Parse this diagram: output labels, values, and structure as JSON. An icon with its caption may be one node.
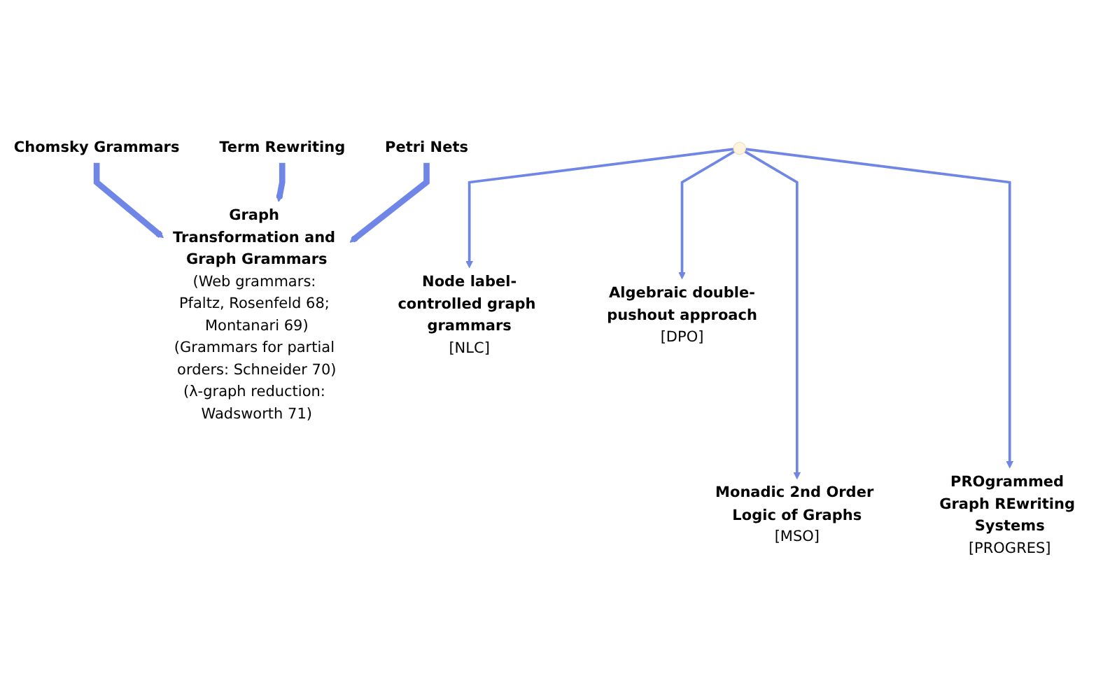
{
  "diagram": {
    "nodes": [
      {
        "text": [
          "Chomsky Grammars"
        ]
      },
      {
        "text": [
          "Term Rewriting"
        ]
      },
      {
        "text": [
          "Petri Nets"
        ]
      },
      {
        "text": [
          "Graph Transformation and Graph Grammars",
          "(Web grammars: Pfaltz, Rosenfeld 68; Montanari 69)",
          "(Grammars for partial orders: Schneider 70)",
          "(λ-graph reduction: Wadsworth 71)"
        ]
      },
      {
        "text": [],
        "shape": "circle"
      },
      {
        "text": [
          "Node label-controlled graph grammars",
          "[NLC]"
        ]
      },
      {
        "text": [
          "Algebraic double-pushout approach",
          "[DPO]"
        ]
      },
      {
        "text": [
          "Monadic 2nd Order Logic of Graphs",
          "[MSO]"
        ]
      },
      {
        "text": [
          "PROgrammed Graph REwriting Systems",
          "[PROGRES]"
        ]
      }
    ],
    "edges": [
      {
        "from": 0,
        "to": 3,
        "arrow": "to",
        "style": "thick"
      },
      {
        "from": 1,
        "to": 3,
        "arrow": "to",
        "style": "thick"
      },
      {
        "from": 2,
        "to": 3,
        "arrow": "to",
        "style": "thick"
      },
      {
        "from": 4,
        "to": 5,
        "arrow": "to"
      },
      {
        "from": 4,
        "to": 6,
        "arrow": "to"
      },
      {
        "from": 4,
        "to": 7,
        "arrow": "to"
      },
      {
        "from": 4,
        "to": 8,
        "arrow": "to"
      }
    ]
  }
}
